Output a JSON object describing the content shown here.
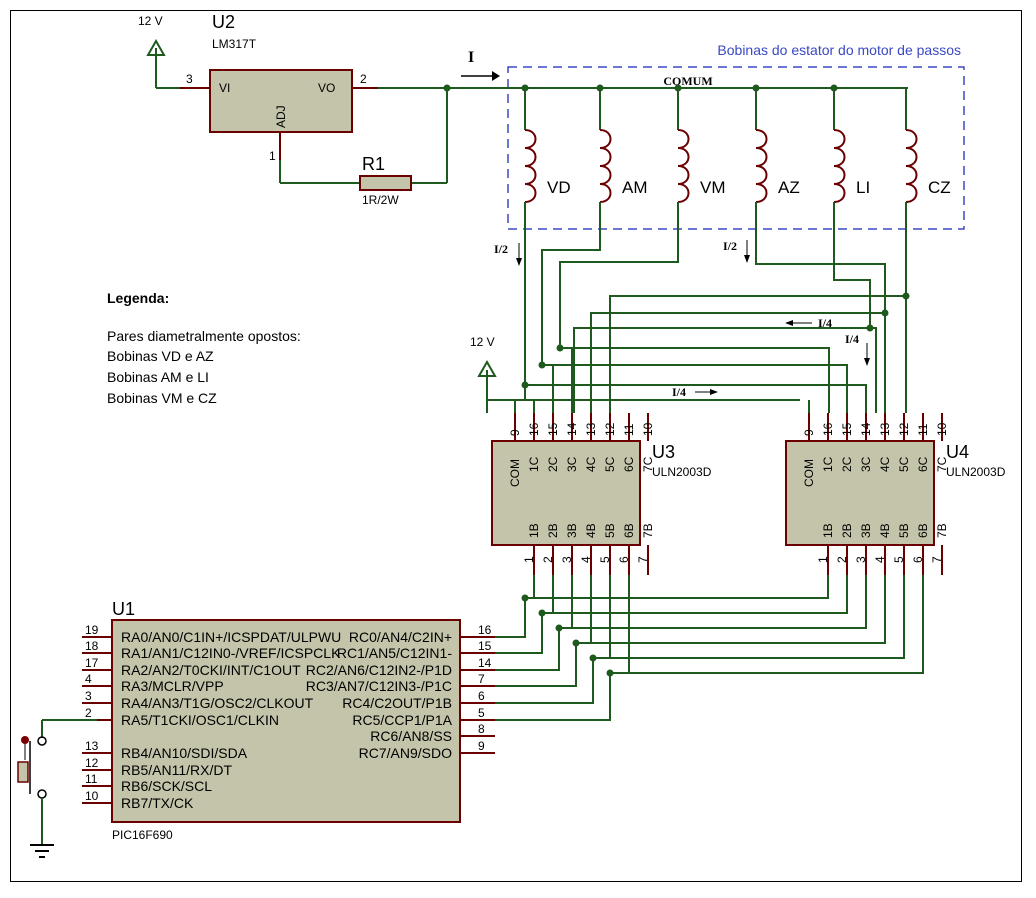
{
  "supply_labels": [
    "12 V",
    "12 V"
  ],
  "regulator": {
    "ref": "U2",
    "part": "LM317T",
    "pin_vi": "VI",
    "pin_vo": "VO",
    "pin_adj": "ADJ",
    "pin_nums": [
      "3",
      "2",
      "1"
    ]
  },
  "resistor": {
    "ref": "R1",
    "value": "1R/2W"
  },
  "current_labels": {
    "main": "I",
    "half_left": "I/2",
    "half_right": "I/2",
    "quarter_a": "I/4",
    "quarter_b": "I/4",
    "quarter_c": "I/4"
  },
  "stator": {
    "title": "Bobinas do estator do motor de passos",
    "common_label": "COMUM",
    "coils": [
      "VD",
      "AM",
      "VM",
      "AZ",
      "LI",
      "CZ"
    ]
  },
  "legend": {
    "title": "Legenda:",
    "lines": [
      "Pares diametralmente opostos:",
      "Bobinas VD e AZ",
      "Bobinas AM e LI",
      "Bobinas VM e CZ"
    ]
  },
  "drivers": [
    {
      "ref": "U3",
      "part": "ULN2003D"
    },
    {
      "ref": "U4",
      "part": "ULN2003D"
    }
  ],
  "driver_pins": {
    "top_nums": [
      "9",
      "16",
      "15",
      "14",
      "13",
      "12",
      "11",
      "10"
    ],
    "top_names": [
      "COM",
      "1C",
      "2C",
      "3C",
      "4C",
      "5C",
      "6C",
      "7C"
    ],
    "bottom_names": [
      "1B",
      "2B",
      "3B",
      "4B",
      "5B",
      "6B",
      "7B"
    ],
    "bottom_nums": [
      "1",
      "2",
      "3",
      "4",
      "5",
      "6",
      "7"
    ]
  },
  "mcu": {
    "ref": "U1",
    "part": "PIC16F690",
    "left_pins": [
      {
        "num": "19",
        "name": "RA0/AN0/C1IN+/ICSPDAT/ULPWU"
      },
      {
        "num": "18",
        "name": "RA1/AN1/C12IN0-/VREF/ICSPCLK"
      },
      {
        "num": "17",
        "name": "RA2/AN2/T0CKI/INT/C1OUT"
      },
      {
        "num": "4",
        "name": "RA3/MCLR/VPP"
      },
      {
        "num": "3",
        "name": "RA4/AN3/T1G/OSC2/CLKOUT"
      },
      {
        "num": "2",
        "name": "RA5/T1CKI/OSC1/CLKIN"
      },
      {
        "num": "13",
        "name": "RB4/AN10/SDI/SDA"
      },
      {
        "num": "12",
        "name": "RB5/AN11/RX/DT"
      },
      {
        "num": "11",
        "name": "RB6/SCK/SCL"
      },
      {
        "num": "10",
        "name": "RB7/TX/CK"
      }
    ],
    "right_pins": [
      {
        "num": "16",
        "name": "RC0/AN4/C2IN+"
      },
      {
        "num": "15",
        "name": "RC1/AN5/C12IN1-"
      },
      {
        "num": "14",
        "name": "RC2/AN6/C12IN2-/P1D"
      },
      {
        "num": "7",
        "name": "RC3/AN7/C12IN3-/P1C"
      },
      {
        "num": "6",
        "name": "RC4/C2OUT/P1B"
      },
      {
        "num": "5",
        "name": "RC5/CCP1/P1A"
      },
      {
        "num": "8",
        "name": "RC6/AN8/SS"
      },
      {
        "num": "9",
        "name": "RC7/AN9/SDO"
      }
    ]
  },
  "colors": {
    "wire": "#1e5a1e",
    "pin": "#6b0000",
    "chip_fill": "#c4c4aa",
    "dashed_box": "#3a49c4"
  }
}
